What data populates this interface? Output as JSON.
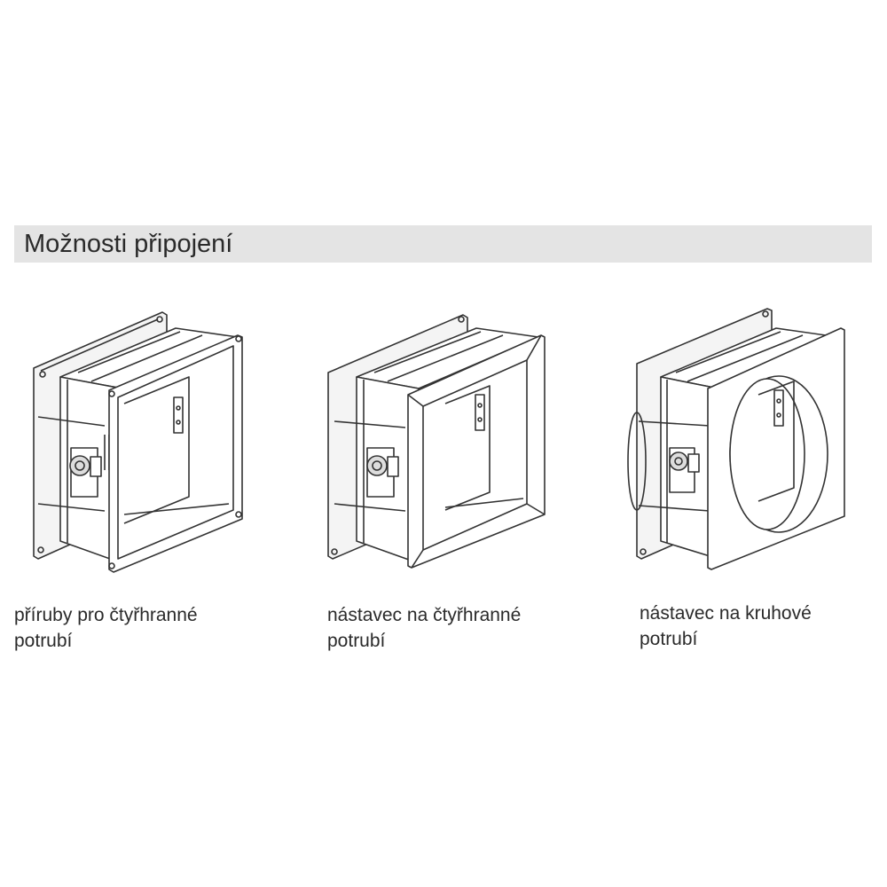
{
  "section": {
    "title": "Možnosti připojení"
  },
  "options": [
    {
      "line1": "příruby pro čtyřhranné",
      "line2": "potrubí",
      "illustration": "damper-with-flanges"
    },
    {
      "line1": "nástavec na čtyřhranné",
      "line2": "potrubí",
      "illustration": "damper-with-square-spigot"
    },
    {
      "line1": "nástavec na kruhové",
      "line2": "potrubí",
      "illustration": "damper-with-circular-spigot"
    }
  ]
}
